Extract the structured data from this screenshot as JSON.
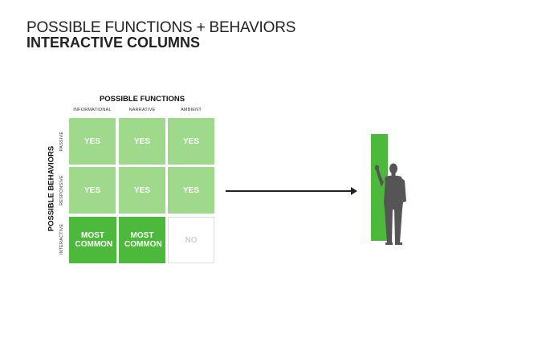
{
  "title": {
    "line1": "POSSIBLE FUNCTIONS + BEHAVIORS",
    "line2": "INTERACTIVE COLUMNS"
  },
  "matrix": {
    "functions_title": "POSSIBLE FUNCTIONS",
    "behaviors_title": "POSSIBLE BEHAVIORS",
    "columns": [
      "INFORMATIONAL",
      "NARRATIVE",
      "AMBIENT"
    ],
    "rows": [
      "PASSIVE",
      "RESPONSIVE",
      "INTERACTIVE"
    ],
    "cells": [
      [
        "YES",
        "YES",
        "YES"
      ],
      [
        "YES",
        "YES",
        "YES"
      ],
      [
        "MOST COMMON",
        "MOST COMMON",
        "NO"
      ]
    ]
  },
  "colors": {
    "light_green": "#9fd98c",
    "dark_green": "#4cb83c",
    "column_green": "#4cb83c",
    "person": "#555555",
    "empty_text": "#cfcfcf"
  },
  "icons": [
    "arrow-right-icon",
    "person-silhouette-icon"
  ]
}
